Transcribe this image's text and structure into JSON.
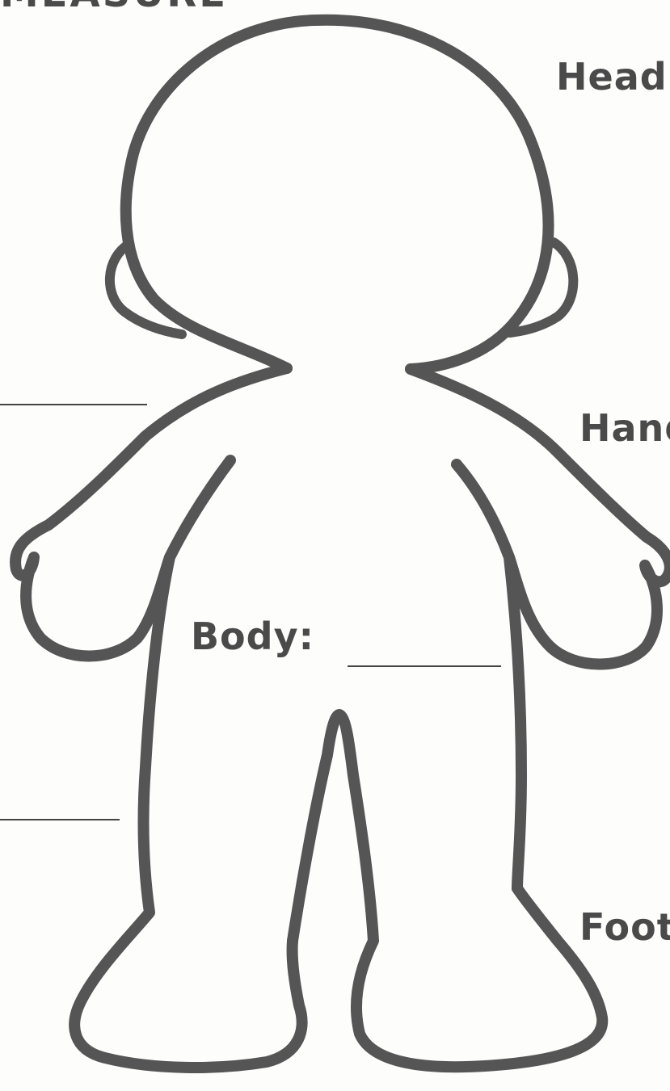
{
  "worksheet": {
    "title": "MEASURE",
    "labels": {
      "head": "Head",
      "hands": "Hand",
      "body": "Body:",
      "feet": "Foot"
    },
    "outline_color": "#555555"
  }
}
